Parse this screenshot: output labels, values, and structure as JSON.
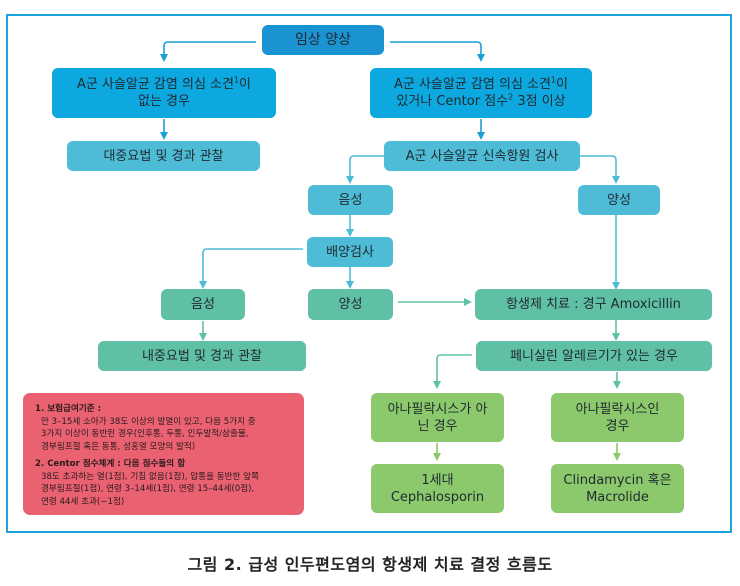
{
  "title_node": "임상 양상",
  "left_branch": {
    "condition_part1": "A군 사슬알균 감염 의심 소견",
    "condition_sup": "1",
    "condition_part2": "이",
    "condition_line2": "없는 경우",
    "action": "대중요법 및 경과 관찰"
  },
  "right_branch": {
    "condition_part1": "A군 사슬알균 감염 의심 소견",
    "condition_sup1": "1",
    "condition_part2": "이",
    "condition_line2a": "있거나 Centor 점수",
    "condition_sup2": "2",
    "condition_line2b": " 3점 이상",
    "rapid_test": "A군 사슬알균 신속항원 검사"
  },
  "rapid_results": {
    "negative": "음성",
    "positive": "양성"
  },
  "culture": {
    "label": "배양검사",
    "negative": "음성",
    "positive": "양성",
    "negative_action": "내중요법 및 경과 관찰"
  },
  "treatment": {
    "antibiotic": "항생제 치료 : 경구 Amoxicillin",
    "allergy": "페니실린 알레르기가 있는 경우",
    "non_anaphylaxis": "아나필락시스가 아닌 경우",
    "anaphylaxis": "아나필락시스인 경우",
    "non_anaphylaxis_drug_line1": "1세대",
    "non_anaphylaxis_drug_line2": "Cephalosporin",
    "anaphylaxis_drug_line1": "Clindamycin 혹은",
    "anaphylaxis_drug_line2": "Macrolide"
  },
  "notes": {
    "note1_title": "1. 보험급여기준 :",
    "note1_lines": [
      "만 3–15세 소아가 38도 이상의 발열이 있고, 다음 5가지 중",
      "3가지 이상이 동반된 경우(인후통, 두통, 인두발적/삼출물,",
      "경부림프절 혹은 동통, 성홍열 모양의 발적)"
    ],
    "note2_title": "2. Centor 점수체계 : 다음 점수들의 합",
    "note2_lines": [
      "38도 초과하는 열(1점), 기침 없음(1점), 압통을 동반한 앞쪽",
      "경부림프절(1점), 연령 3–14세(1점), 연령 15–44세(0점),",
      "연령 44세 초과(−1점)"
    ]
  },
  "caption": "그림 2. 급성 인두편도염의 항생제 치료 결정 흐름도",
  "colors": {
    "frame": "#1aa3dc",
    "dark_blue": "#1b93d2",
    "blue": "#0ea8e0",
    "cyan": "#4fbcd7",
    "teal": "#5fc0a6",
    "green": "#8cc86c",
    "red": "#ea6272"
  }
}
